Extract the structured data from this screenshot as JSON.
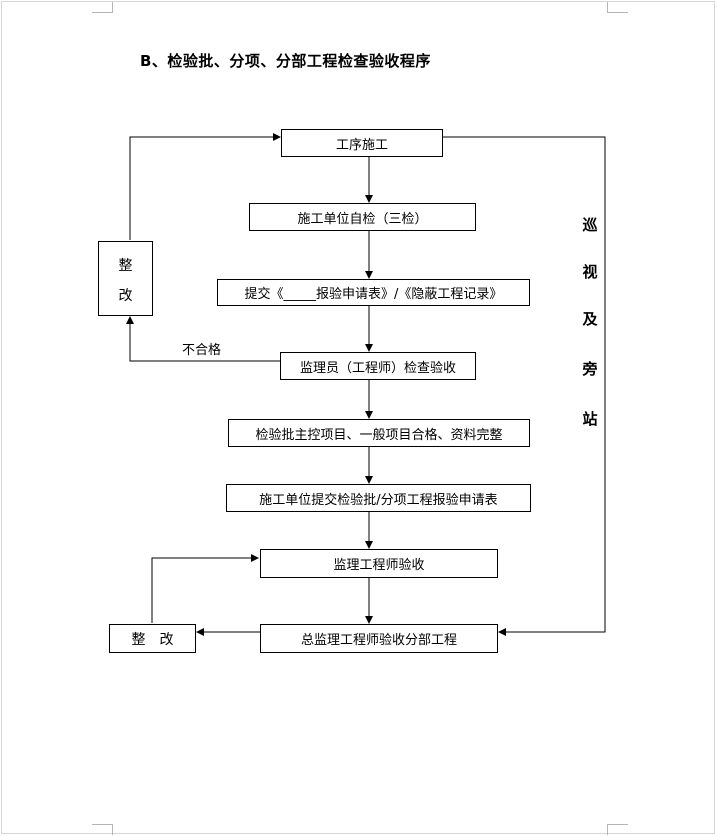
{
  "title": "B、检验批、分项、分部工程检查验收程序",
  "steps": [
    "工序施工",
    "施工单位自检（三检）",
    "提交《_____报验申请表》/《隐蔽工程记录》",
    "监理员（工程师）检查验收",
    "检验批主控项目、一般项目合格、资料完整",
    "施工单位提交检验批/分项工程报验申请表",
    "监理工程师验收",
    "总监理工程师验收分部工程"
  ],
  "rectify_upper": [
    "整",
    "改"
  ],
  "rectify_lower": "整　改",
  "fail_label": "不合格",
  "patrol_label": [
    "巡",
    "视",
    "及",
    "旁",
    "站"
  ]
}
